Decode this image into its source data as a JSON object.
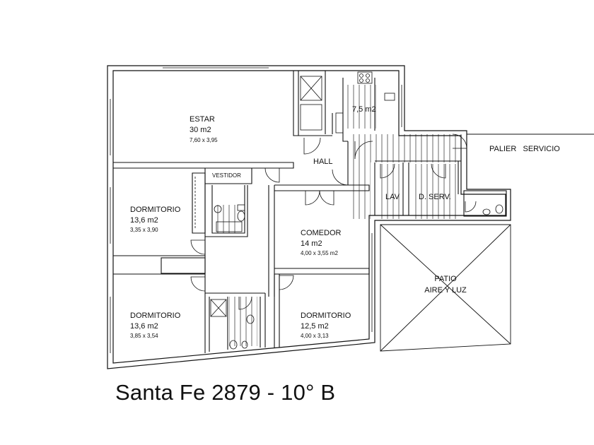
{
  "rooms": {
    "estar": {
      "name": "ESTAR",
      "area": "30 m2",
      "dims": "7,60 x 3,95"
    },
    "cocina": {
      "area": "7,5 m2"
    },
    "hall": {
      "name": "HALL"
    },
    "vestidor": {
      "name": "VESTIDOR"
    },
    "dormitorio_1": {
      "name": "DORMITORIO",
      "area": "13,6 m2",
      "dims": "3,35 x 3,90"
    },
    "comedor": {
      "name": "COMEDOR",
      "area": "14 m2",
      "dims": "4,00 x 3,55 m2"
    },
    "dormitorio_2": {
      "name": "DORMITORIO",
      "area": "13,6 m2",
      "dims": "3,85 x 3,54"
    },
    "dormitorio_3": {
      "name": "DORMITORIO",
      "area": "12,5 m2",
      "dims": "4,00 x 3,13"
    },
    "lav": {
      "name": "LAV"
    },
    "dserv": {
      "name": "D. SERV."
    },
    "patio": {
      "line1": "PATIO",
      "line2": "AIRE Y LUZ"
    },
    "palier": {
      "name": "PALIER   SERVICIO"
    }
  },
  "caption": "Santa Fe 2879 - 10° B"
}
